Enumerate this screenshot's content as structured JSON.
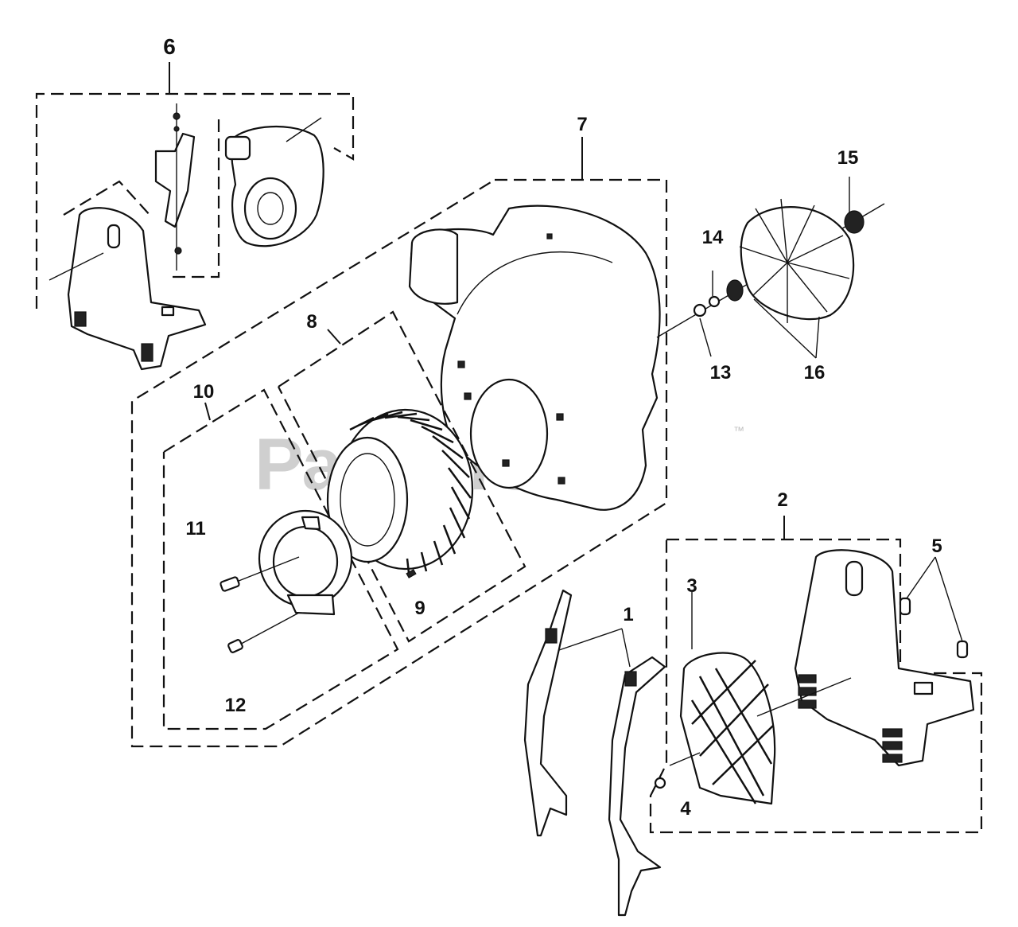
{
  "watermark": {
    "text": "PartsTree",
    "tm": "™"
  },
  "callouts": {
    "c1": "1",
    "c2": "2",
    "c3": "3",
    "c4": "4",
    "c5": "5",
    "c6": "6",
    "c7": "7",
    "c8": "8",
    "c9": "9",
    "c10": "10",
    "c11": "11",
    "c12": "12",
    "c13": "13",
    "c14": "14",
    "c15": "15",
    "c16": "16"
  }
}
